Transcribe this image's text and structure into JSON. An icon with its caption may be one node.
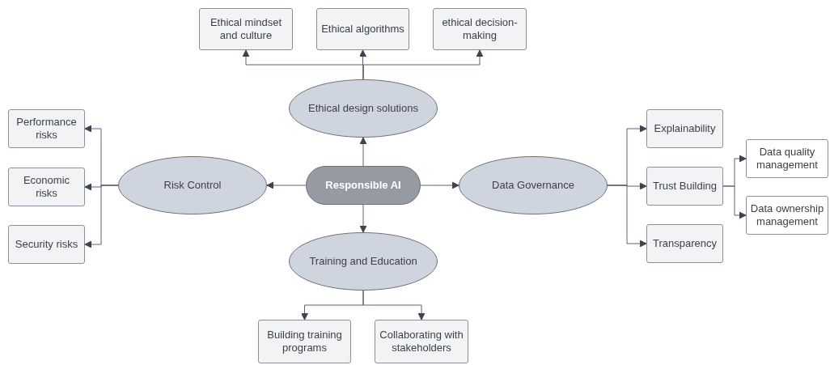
{
  "diagram": {
    "nodes": [
      {
        "text": [
          "Responsible AI"
        ]
      },
      {
        "text": [
          "Ethical design solutions"
        ]
      },
      {
        "text": [
          "Risk Control"
        ]
      },
      {
        "text": [
          "Data Governance"
        ]
      },
      {
        "text": [
          "Training and Education"
        ]
      },
      {
        "text": [
          "Ethical mindset and culture"
        ]
      },
      {
        "text": [
          "Ethical algorithms"
        ]
      },
      {
        "text": [
          "ethical decision-making"
        ]
      },
      {
        "text": [
          "Performance risks"
        ]
      },
      {
        "text": [
          "Economic risks"
        ]
      },
      {
        "text": [
          "Security risks"
        ]
      },
      {
        "text": [
          "Explainability"
        ]
      },
      {
        "text": [
          "Trust Building"
        ]
      },
      {
        "text": [
          "Transparency"
        ]
      },
      {
        "text": [
          "Data quality management"
        ]
      },
      {
        "text": [
          "Data ownership management"
        ]
      },
      {
        "text": [
          "Building training programs"
        ]
      },
      {
        "text": [
          "Collaborating with stakeholders"
        ]
      }
    ],
    "edges": [
      {
        "from": 0,
        "to": 1,
        "arrow": "to"
      },
      {
        "from": 0,
        "to": 2,
        "arrow": "to"
      },
      {
        "from": 0,
        "to": 3,
        "arrow": "to"
      },
      {
        "from": 0,
        "to": 4,
        "arrow": "to"
      },
      {
        "from": 1,
        "to": 5,
        "arrow": "to"
      },
      {
        "from": 1,
        "to": 6,
        "arrow": "to"
      },
      {
        "from": 1,
        "to": 7,
        "arrow": "to"
      },
      {
        "from": 2,
        "to": 8,
        "arrow": "to"
      },
      {
        "from": 2,
        "to": 9,
        "arrow": "to"
      },
      {
        "from": 2,
        "to": 10,
        "arrow": "to"
      },
      {
        "from": 3,
        "to": 11,
        "arrow": "to"
      },
      {
        "from": 3,
        "to": 12,
        "arrow": "to"
      },
      {
        "from": 3,
        "to": 13,
        "arrow": "to"
      },
      {
        "from": 12,
        "to": 14,
        "arrow": "to"
      },
      {
        "from": 12,
        "to": 15,
        "arrow": "to"
      },
      {
        "from": 4,
        "to": 16,
        "arrow": "to"
      },
      {
        "from": 4,
        "to": 17,
        "arrow": "to"
      }
    ]
  }
}
